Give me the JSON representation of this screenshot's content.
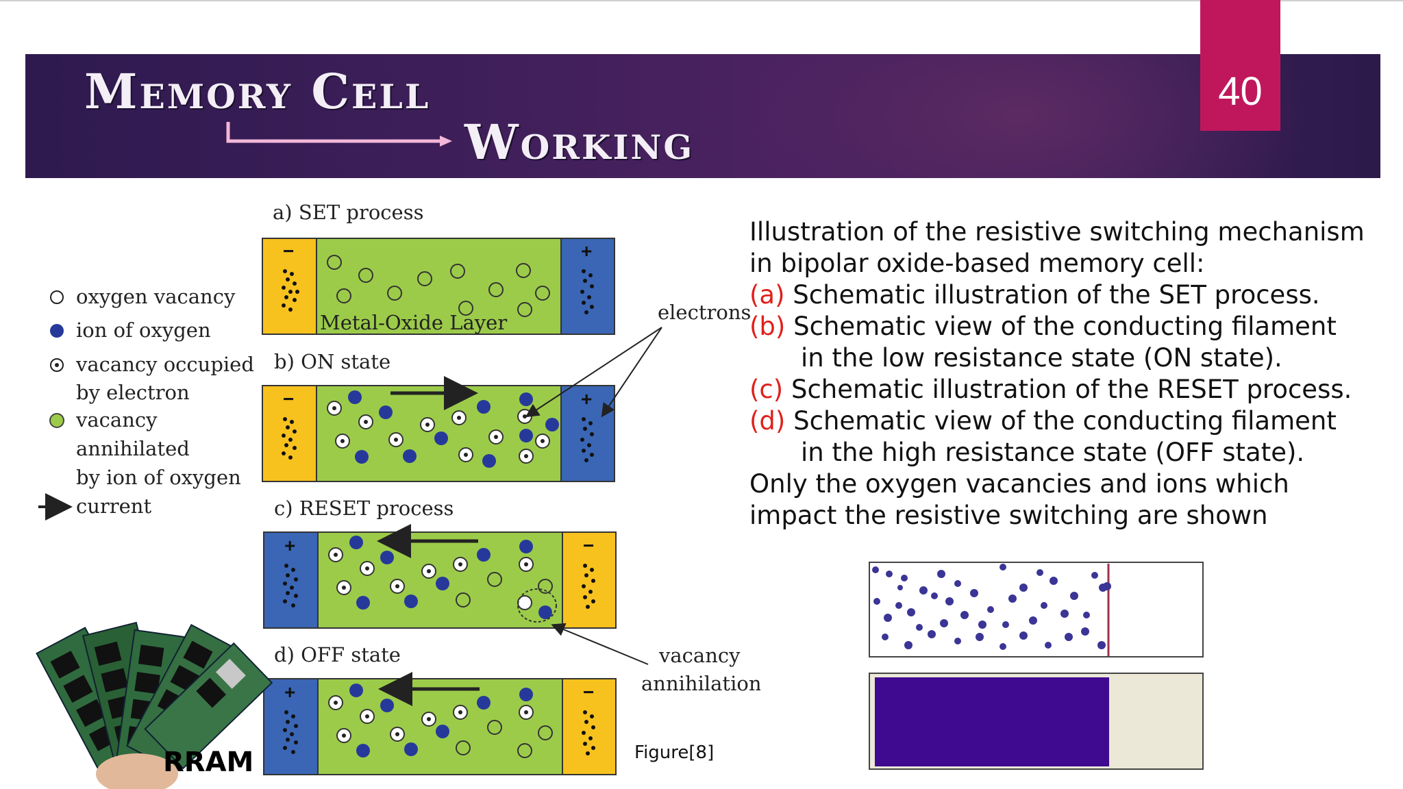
{
  "slide": {
    "title_line1": "Memory Cell",
    "title_line2": "Working",
    "page_number": "40"
  },
  "legend": {
    "oxygen_vacancy": "oxygen vacancy",
    "ion_of_oxygen": "ion of oxygen",
    "vacancy_occupied_line1": "vacancy occupied",
    "vacancy_occupied_line2": "by electron",
    "vacancy_annihilated_line1": "vacancy",
    "vacancy_annihilated_line2": "annihilated",
    "vacancy_annihilated_line3": "by ion of oxygen",
    "current": "current"
  },
  "panels": {
    "a": "a) SET process",
    "b": "b) ON state",
    "c": "c) RESET process",
    "d": "d) OFF state",
    "layer_label": "Metal-Oxide Layer"
  },
  "annotations": {
    "electrons": "electrons",
    "vacancy_annihilation_line1": "vacancy",
    "vacancy_annihilation_line2": "annihilation"
  },
  "description": {
    "intro_line1": "Illustration of the resistive switching mechanism",
    "intro_line2": "in bipolar oxide-based memory cell:",
    "a_tag": "(a)",
    "a_text": " Schematic illustration of the SET process.",
    "b_tag": "(b)",
    "b_text": " Schematic view of the conducting filament",
    "b_text2": "in the low resistance state (ON state).",
    "c_tag": "(c)",
    "c_text": " Schematic illustration of the RESET process.",
    "d_tag": "(d)",
    "d_text": " Schematic view of the conducting filament",
    "d_text2": "in the high resistance state (OFF state).",
    "outro_line1": "Only the oxygen vacancies and ions which",
    "outro_line2": "impact the resistive switching are shown"
  },
  "figure_ref": "Figure[8]",
  "rram_label": "RRAM",
  "colors": {
    "banner_dark": "#2e1a4f",
    "accent_pink": "#c0175c",
    "oxide_green": "#9ccb4a",
    "electrode_yellow": "#f7c11e",
    "electrode_blue": "#3a66b5",
    "ion_blue": "#26399a",
    "sim_purple": "#3f0a8f",
    "sim_cream": "#ece8d8",
    "highlight_red": "#e0201b"
  }
}
